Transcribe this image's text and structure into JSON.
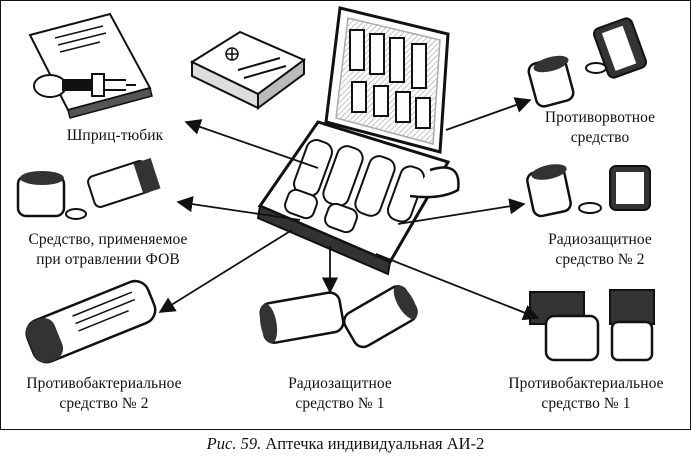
{
  "labels": {
    "syringe": "Шприц-тюбик",
    "anti_fov_line1": "Средство, применяемое",
    "anti_fov_line2": "при отравлении ФОВ",
    "antiemetic_line1": "Противорвотное",
    "antiemetic_line2": "средство",
    "radio2_line1": "Радиозащитное",
    "radio2_line2": "средство № 2",
    "radio1_line1": "Радиозащитное",
    "radio1_line2": "средство № 1",
    "antibact2_line1": "Противобактериальное",
    "antibact2_line2": "средство № 2",
    "antibact1_line1": "Противобактериальное",
    "antibact1_line2": "средство № 1"
  },
  "caption": {
    "figure": "Рис. 59.",
    "title": "Аптечка индивидуальная АИ-2"
  },
  "colors": {
    "ink": "#111111",
    "paper": "#ffffff",
    "shade": "#2a2a2a"
  }
}
